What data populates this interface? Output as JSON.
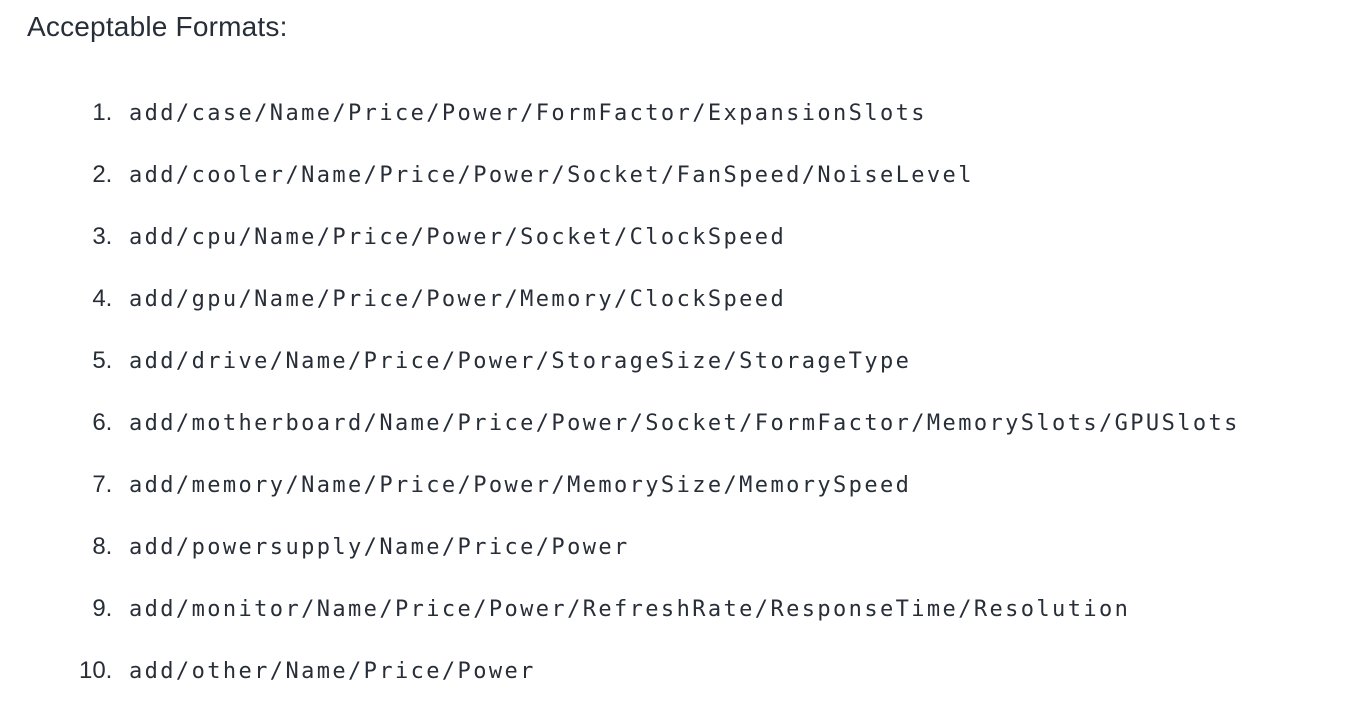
{
  "colors": {
    "background": "#ffffff",
    "text": "#272e38"
  },
  "page": {
    "title": "Acceptable Formats:",
    "formats": [
      "add/case/Name/Price/Power/FormFactor/ExpansionSlots",
      "add/cooler/Name/Price/Power/Socket/FanSpeed/NoiseLevel",
      "add/cpu/Name/Price/Power/Socket/ClockSpeed",
      "add/gpu/Name/Price/Power/Memory/ClockSpeed",
      "add/drive/Name/Price/Power/StorageSize/StorageType",
      "add/motherboard/Name/Price/Power/Socket/FormFactor/MemorySlots/GPUSlots",
      "add/memory/Name/Price/Power/MemorySize/MemorySpeed",
      "add/powersupply/Name/Price/Power",
      "add/monitor/Name/Price/Power/RefreshRate/ResponseTime/Resolution",
      "add/other/Name/Price/Power"
    ]
  }
}
